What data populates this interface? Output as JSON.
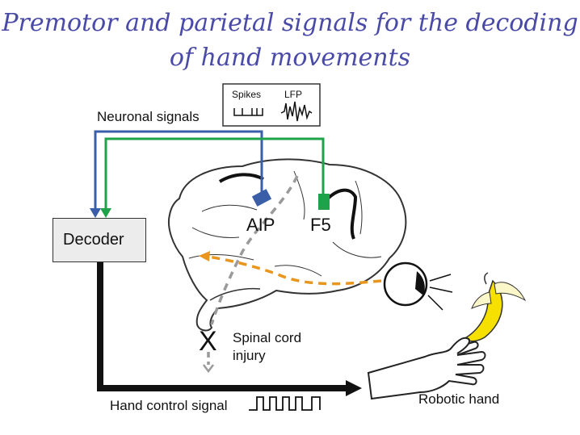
{
  "title": {
    "line1": "Premotor and parietal signals for the decoding",
    "line2": "of hand movements"
  },
  "labels": {
    "neuronal_signals": "Neuronal signals",
    "spikes": "Spikes",
    "lfp": "LFP",
    "decoder": "Decoder",
    "aip": "AIP",
    "f5": "F5",
    "x_mark": "X",
    "spinal_cord_line1": "Spinal cord",
    "spinal_cord_line2": "injury",
    "hand_control_signal": "Hand control signal",
    "robotic_hand": "Robotic hand"
  },
  "colors": {
    "title": "#4a4aa8",
    "aip_signal": "#3a5fa8",
    "f5_signal": "#1fa34a",
    "visual_path": "#e8961e",
    "spinal_path": "#9a9a9a",
    "banana": "#f5e000"
  }
}
